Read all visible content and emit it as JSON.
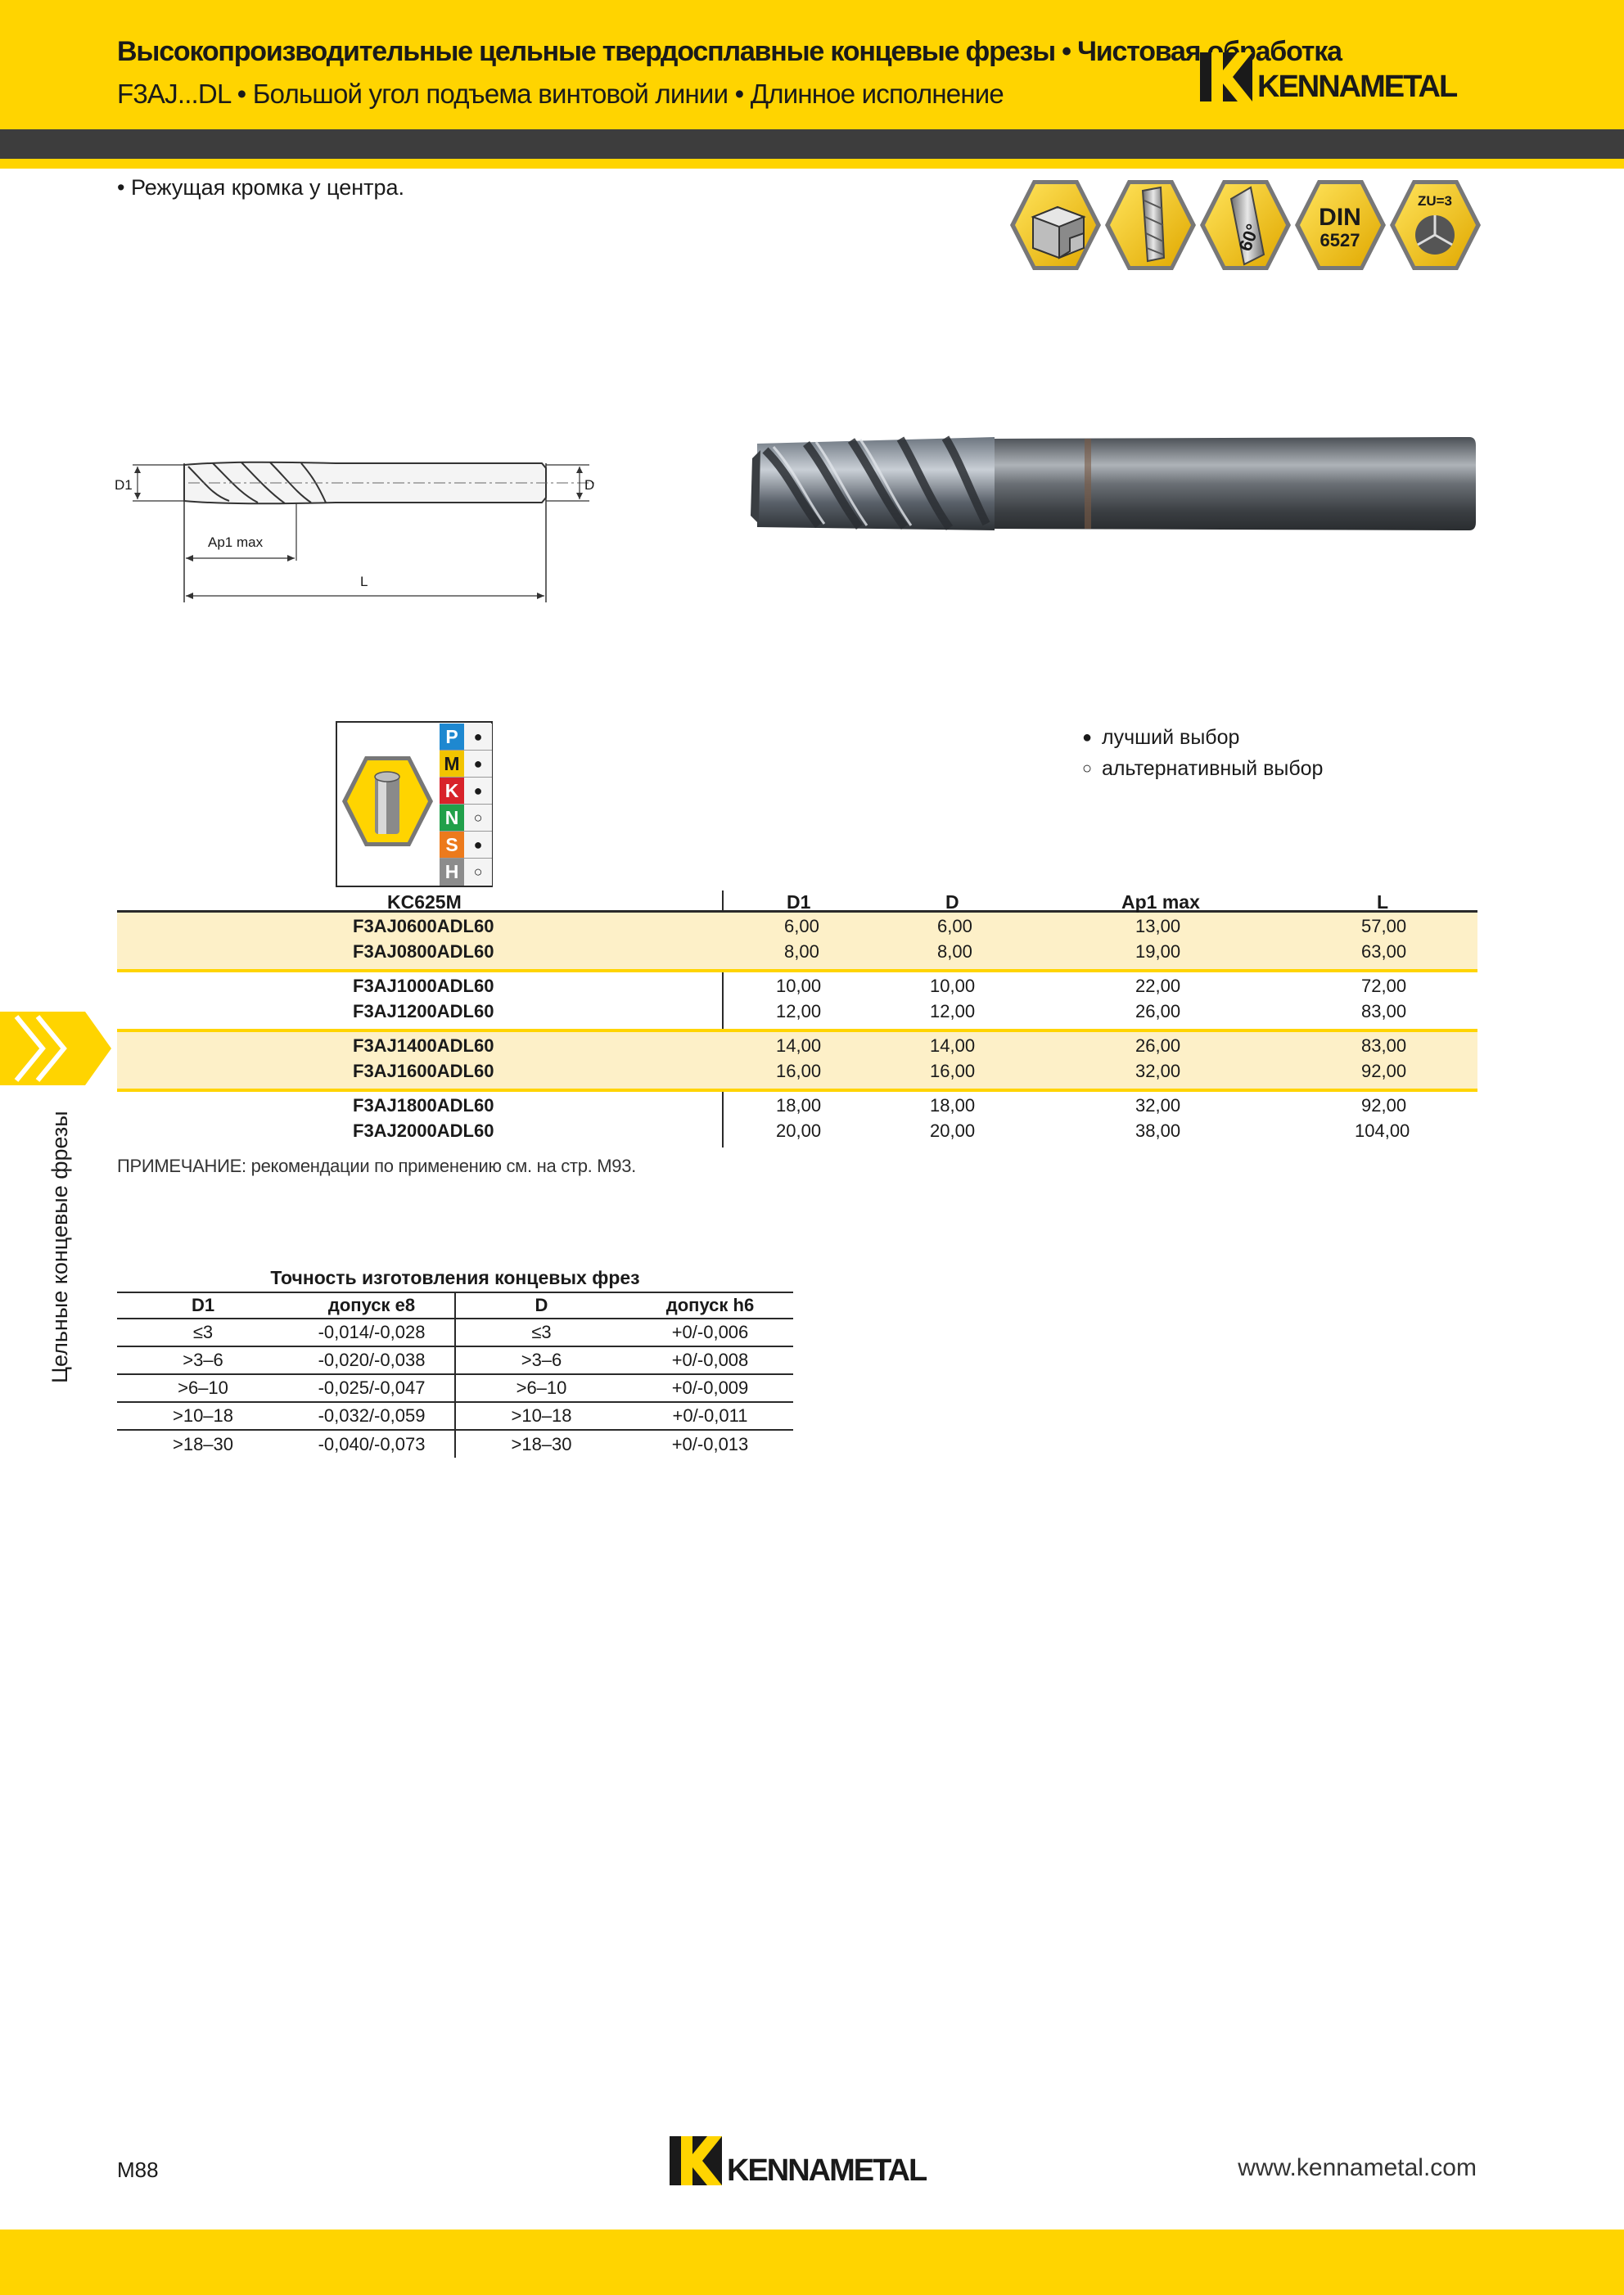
{
  "header": {
    "title": "Высокопроизводительные цельные твердосплавные концевые фрезы • Чистовая обработка",
    "subtitle": "F3AJ...DL • Большой угол подъема винтовой линии • Длинное исполнение",
    "logo_text": "KENNAMETAL"
  },
  "feature_bullet": "• Режущая кромка у центра.",
  "icons": {
    "icon1": "shoulder-milling-icon",
    "icon2": "helix-icon",
    "icon3_label": "60°",
    "icon4_line1": "DIN",
    "icon4_line2": "6527",
    "icon5_label": "ZU=3"
  },
  "drawing": {
    "d1_label": "D1",
    "d_label": "D",
    "ap_label": "Ap1 max",
    "l_label": "L"
  },
  "legend": {
    "best_symbol": "●",
    "best": "лучший выбор",
    "alt_symbol": "○",
    "alt": "альтернативный выбор"
  },
  "materials": [
    {
      "letter": "P",
      "color": "#1e88d0",
      "mark": "●"
    },
    {
      "letter": "M",
      "color": "#f2c400",
      "mark": "●"
    },
    {
      "letter": "K",
      "color": "#d8232a",
      "mark": "●"
    },
    {
      "letter": "N",
      "color": "#21a04a",
      "mark": "○"
    },
    {
      "letter": "S",
      "color": "#ec7a1c",
      "mark": "●"
    },
    {
      "letter": "H",
      "color": "#8c8c8c",
      "mark": "○"
    }
  ],
  "table": {
    "headers": {
      "grade": "KC625M",
      "d1": "D1",
      "d": "D",
      "ap": "Ap1 max",
      "l": "L"
    },
    "rows": [
      {
        "code": "F3AJ0600ADL60",
        "d1": "6,00",
        "d": "6,00",
        "ap": "13,00",
        "l": "57,00"
      },
      {
        "code": "F3AJ0800ADL60",
        "d1": "8,00",
        "d": "8,00",
        "ap": "19,00",
        "l": "63,00"
      },
      {
        "code": "F3AJ1000ADL60",
        "d1": "10,00",
        "d": "10,00",
        "ap": "22,00",
        "l": "72,00"
      },
      {
        "code": "F3AJ1200ADL60",
        "d1": "12,00",
        "d": "12,00",
        "ap": "26,00",
        "l": "83,00"
      },
      {
        "code": "F3AJ1400ADL60",
        "d1": "14,00",
        "d": "14,00",
        "ap": "26,00",
        "l": "83,00"
      },
      {
        "code": "F3AJ1600ADL60",
        "d1": "16,00",
        "d": "16,00",
        "ap": "32,00",
        "l": "92,00"
      },
      {
        "code": "F3AJ1800ADL60",
        "d1": "18,00",
        "d": "18,00",
        "ap": "32,00",
        "l": "92,00"
      },
      {
        "code": "F3AJ2000ADL60",
        "d1": "20,00",
        "d": "20,00",
        "ap": "38,00",
        "l": "104,00"
      }
    ]
  },
  "note": "ПРИМЕЧАНИЕ: рекомендации по применению см. на стр. M93.",
  "side_label": "Цельные концевые фрезы",
  "tolerance": {
    "title": "Точность изготовления концевых фрез",
    "headers": [
      "D1",
      "допуск e8",
      "D",
      "допуск h6"
    ],
    "rows": [
      [
        "≤3",
        "-0,014/-0,028",
        "≤3",
        "+0/-0,006"
      ],
      [
        ">3–6",
        "-0,020/-0,038",
        ">3–6",
        "+0/-0,008"
      ],
      [
        ">6–10",
        "-0,025/-0,047",
        ">6–10",
        "+0/-0,009"
      ],
      [
        ">10–18",
        "-0,032/-0,059",
        ">10–18",
        "+0/-0,011"
      ],
      [
        ">18–30",
        "-0,040/-0,073",
        ">18–30",
        "+0/-0,013"
      ]
    ]
  },
  "footer": {
    "page": "M88",
    "url": "www.kennametal.com",
    "logo_text": "KENNAMETAL"
  }
}
